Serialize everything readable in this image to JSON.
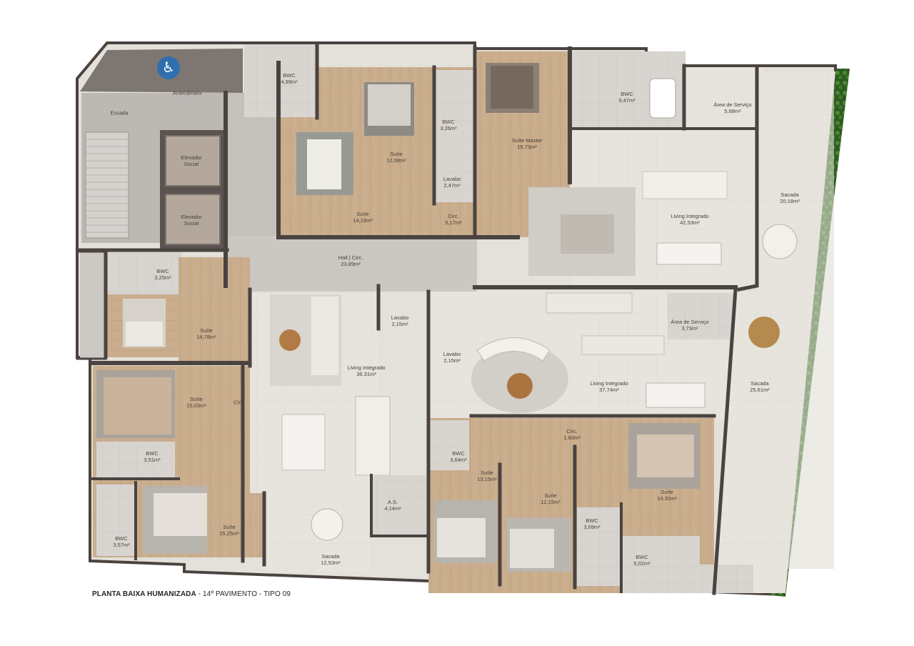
{
  "caption": {
    "title": "PLANTA BAIXA HUMANIZADA",
    "subtitle": " - 14º PAVIMENTO - TIPO 09"
  },
  "colors": {
    "wall": "#4a4340",
    "floor_stone": "#e6e2dc",
    "floor_wood": "#c8ab8a",
    "floor_grey": "#b9b5b1",
    "garden": "#3d6a2a",
    "access_badge": "#2f6fb0"
  },
  "icons": {
    "accessibility": "wheelchair-icon"
  },
  "rooms": [
    {
      "id": "antecamara",
      "name": "Antecâmara",
      "area": ""
    },
    {
      "id": "escada",
      "name": "Escada",
      "area": ""
    },
    {
      "id": "elevador-1",
      "name": "Elevador\nSocial",
      "area": ""
    },
    {
      "id": "elevador-2",
      "name": "Elevador\nSocial",
      "area": ""
    },
    {
      "id": "bwc-top-1",
      "name": "BWC",
      "area": "4,99m²"
    },
    {
      "id": "bwc-top-2",
      "name": "BWC",
      "area": "3,26m²"
    },
    {
      "id": "suite-top-1",
      "name": "Suíte",
      "area": "12,08m²"
    },
    {
      "id": "lavabo-top",
      "name": "Lavabo",
      "area": "2,47m²"
    },
    {
      "id": "suite-master",
      "name": "Suíte Master",
      "area": "15,73m²"
    },
    {
      "id": "bwc-top-3",
      "name": "BWC",
      "area": "9,47m²"
    },
    {
      "id": "area-servico-top",
      "name": "Área de Serviço",
      "area": "5,68m²"
    },
    {
      "id": "suite-top-2",
      "name": "Suíte",
      "area": "14,18m²"
    },
    {
      "id": "circ-top",
      "name": "Circ.",
      "area": "5,17m²"
    },
    {
      "id": "living-top",
      "name": "Living Integrado",
      "area": "42,53m²"
    },
    {
      "id": "sacada-top",
      "name": "Sacada",
      "area": "20,18m²"
    },
    {
      "id": "hall",
      "name": "Hall | Circ.",
      "area": "23,89m²"
    },
    {
      "id": "bwc-left-1",
      "name": "BWC",
      "area": "3,25m²"
    },
    {
      "id": "suite-left-1",
      "name": "Suíte",
      "area": "14,78m²"
    },
    {
      "id": "lavabo-mid-1",
      "name": "Lavabo",
      "area": "2,15m²"
    },
    {
      "id": "lavabo-mid-2",
      "name": "Lavabo",
      "area": "2,15m²"
    },
    {
      "id": "area-servico-mid",
      "name": "Área de Serviço",
      "area": "3,73m²"
    },
    {
      "id": "living-left",
      "name": "Living Integrado",
      "area": "36,31m²"
    },
    {
      "id": "living-right",
      "name": "Living Integrado",
      "area": "37,74m²"
    },
    {
      "id": "sacada-right",
      "name": "Sacada",
      "area": "25,61m²"
    },
    {
      "id": "suite-left-2",
      "name": "Suíte",
      "area": "15,03m²"
    },
    {
      "id": "circ-left",
      "name": "Circ.",
      "area": ""
    },
    {
      "id": "bwc-left-2",
      "name": "BWC",
      "area": "3,51m²"
    },
    {
      "id": "circ-mid",
      "name": "Circ.",
      "area": "1,80m²"
    },
    {
      "id": "bwc-mid",
      "name": "BWC",
      "area": "3,64m²"
    },
    {
      "id": "suite-mid-1",
      "name": "Suíte",
      "area": "13,15m²"
    },
    {
      "id": "suite-mid-2",
      "name": "Suíte",
      "area": "12,15m²"
    },
    {
      "id": "suite-right",
      "name": "Suíte",
      "area": "14,35m²"
    },
    {
      "id": "as",
      "name": "A.S.",
      "area": "4,14m²"
    },
    {
      "id": "bwc-left-3",
      "name": "BWC",
      "area": "3,57m²"
    },
    {
      "id": "suite-left-3",
      "name": "Suíte",
      "area": "15,25m²"
    },
    {
      "id": "sacada-bottom",
      "name": "Sacada",
      "area": "12,53m²"
    },
    {
      "id": "bwc-bottom-1",
      "name": "BWC",
      "area": "3,69m²"
    },
    {
      "id": "bwc-bottom-2",
      "name": "BWC",
      "area": "5,02m²"
    }
  ]
}
